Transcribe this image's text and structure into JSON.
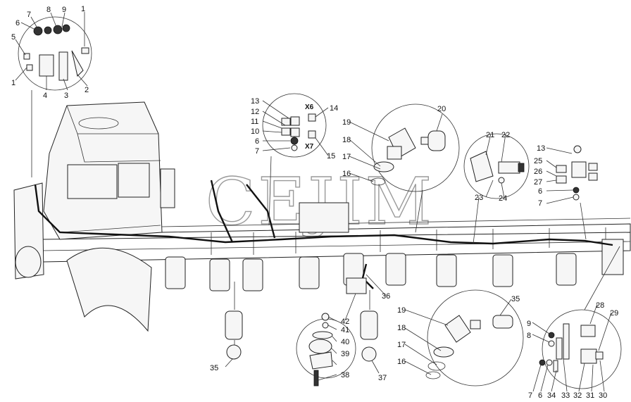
{
  "watermark": "CEJIM",
  "detail_groups": {
    "top_left_circle": [
      "7",
      "8",
      "9",
      "1",
      "6",
      "5",
      "1",
      "4",
      "3",
      "2"
    ],
    "connector_circle": [
      "13",
      "X6",
      "14",
      "12",
      "11",
      "10",
      "6",
      "7",
      "X7",
      "15"
    ]
  },
  "callouts": {
    "c1_top": "1",
    "c9": "9",
    "c8": "8",
    "c7_tl": "7",
    "c6_tl": "6",
    "c5": "5",
    "c1_left": "1",
    "c4": "4",
    "c3": "3",
    "c2": "2",
    "c13_mid": "13",
    "cX6": "X6",
    "c14": "14",
    "c12": "12",
    "c11": "11",
    "c10": "10",
    "c6_mid": "6",
    "cX7": "X7",
    "c7_mid": "7",
    "c15": "15",
    "c20": "20",
    "c19_top": "19",
    "c18_top": "18",
    "c17_top": "17",
    "c16_top": "16",
    "c21": "21",
    "c22": "22",
    "c23": "23",
    "c24": "24",
    "c13_right": "13",
    "c25": "25",
    "c26": "26",
    "c27": "27",
    "c6_right": "6",
    "c7_right": "7",
    "c36": "36",
    "c35_left": "35",
    "c42": "42",
    "c41": "41",
    "c40": "40",
    "c39": "39",
    "c38": "38",
    "c37": "37",
    "c35_mid": "35",
    "c19_bot": "19",
    "c18_bot": "18",
    "c17_bot": "17",
    "c16_bot": "16",
    "c28": "28",
    "c29": "29",
    "c9_br": "9",
    "c8_br": "8",
    "c7_br": "7",
    "c6_br": "6",
    "c34": "34",
    "c33": "33",
    "c32": "32",
    "c31": "31",
    "c30": "30"
  }
}
